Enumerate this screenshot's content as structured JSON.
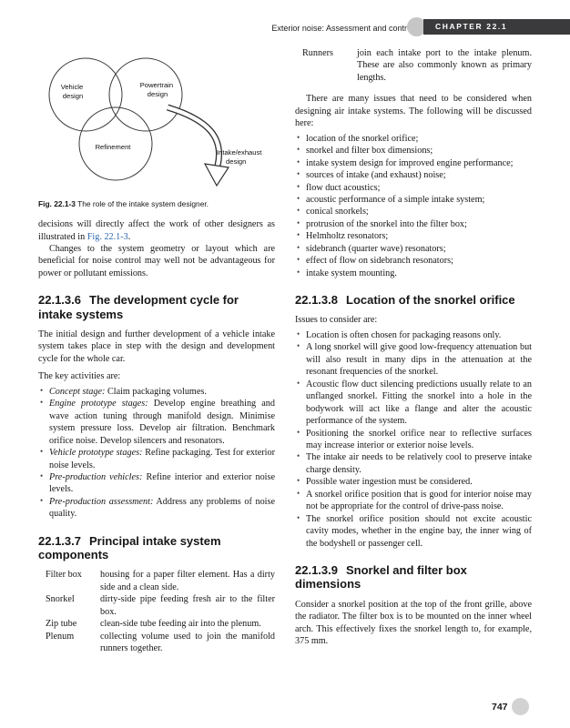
{
  "header": {
    "running_title": "Exterior noise: Assessment and control",
    "chapter_label": "CHAPTER 22.1"
  },
  "footer": {
    "page_number": "747"
  },
  "figure": {
    "vehicle_line1": "Vehicle",
    "vehicle_line2": "design",
    "powertrain_line1": "Powertrain",
    "powertrain_line2": "design",
    "refinement": "Refinement",
    "arrow_line1": "Intake/exhaust",
    "arrow_line2": "design",
    "caption_label": "Fig. 22.1-3",
    "caption_text": "The role of the intake system designer."
  },
  "left": {
    "para_intro_pre": "decisions will directly affect the work of other designers as illustrated in ",
    "para_intro_link": "Fig. 22.1-3",
    "para_intro_post": ".",
    "para_changes": "Changes to the system geometry or layout which are beneficial for noise control may well not be advantageous for power or pollutant emissions.",
    "heading_636": {
      "num": "22.1.3.6",
      "title": "The development cycle for intake systems"
    },
    "para_initial": "The initial design and further development of a vehicle intake system takes place in step with the design and development cycle for the whole car.",
    "para_key": "The key activities are:",
    "activities": [
      {
        "lead": "Concept stage:",
        "rest": " Claim packaging volumes."
      },
      {
        "lead": "Engine prototype stages:",
        "rest": " Develop engine breathing and wave action tuning through manifold design. Minimise system pressure loss. Develop air filtration. Benchmark orifice noise. Develop silencers and resonators."
      },
      {
        "lead": "Vehicle prototype stages:",
        "rest": " Refine packaging. Test for exterior noise levels."
      },
      {
        "lead": "Pre-production vehicles:",
        "rest": " Refine interior and exterior noise levels."
      },
      {
        "lead": "Pre-production assessment:",
        "rest": " Address any problems of noise quality."
      }
    ],
    "heading_637": {
      "num": "22.1.3.7",
      "title": "Principal intake system components"
    },
    "components": [
      {
        "term": "Filter box",
        "def": "housing for a paper filter element. Has a dirty side and a clean side."
      },
      {
        "term": "Snorkel",
        "def": "dirty-side pipe feeding fresh air to the filter box."
      },
      {
        "term": "Zip tube",
        "def": "clean-side tube feeding air into the plenum."
      },
      {
        "term": "Plenum",
        "def": "collecting volume used to join the manifold runners together."
      }
    ]
  },
  "right": {
    "runners_term": "Runners",
    "runners_def": "join each intake port to the intake plenum. These are also commonly known as primary lengths.",
    "para_issues": "There are many issues that need to be considered when designing air intake systems. The following will be discussed here:",
    "topics": [
      "location of the snorkel orifice;",
      "snorkel and filter box dimensions;",
      "intake system design for improved engine performance;",
      "sources of intake (and exhaust) noise;",
      "flow duct acoustics;",
      "acoustic performance of a simple intake system;",
      "conical snorkels;",
      "protrusion of the snorkel into the filter box;",
      "Helmholtz resonators;",
      "sidebranch (quarter wave) resonators;",
      "effect of flow on sidebranch resonators;",
      "intake system mounting."
    ],
    "heading_638": {
      "num": "22.1.3.8",
      "title": "Location of the snorkel orifice"
    },
    "para_consider": "Issues to consider are:",
    "considerations": [
      "Location is often chosen for packaging reasons only.",
      "A long snorkel will give good low-frequency attenuation but will also result in many dips in the attenuation at the resonant frequencies of the snorkel.",
      "Acoustic flow duct silencing predictions usually relate to an unflanged snorkel. Fitting the snorkel into a hole in the bodywork will act like a flange and alter the acoustic performance of the system.",
      "Positioning the snorkel orifice near to reflective surfaces may increase interior or exterior noise levels.",
      "The intake air needs to be relatively cool to preserve intake charge density.",
      "Possible water ingestion must be considered.",
      "A snorkel orifice position that is good for interior noise may not be appropriate for the control of drive-pass noise.",
      "The snorkel orifice position should not excite acoustic cavity modes, whether in the engine bay, the inner wing of the bodyshell or passenger cell."
    ],
    "heading_639": {
      "num": "22.1.3.9",
      "title": "Snorkel and filter box dimensions"
    },
    "para_snorkel": "Consider a snorkel position at the top of the front grille, above the radiator. The filter box is to be mounted on the inner wheel arch. This effectively fixes the snorkel length to, for example, 375 mm."
  }
}
